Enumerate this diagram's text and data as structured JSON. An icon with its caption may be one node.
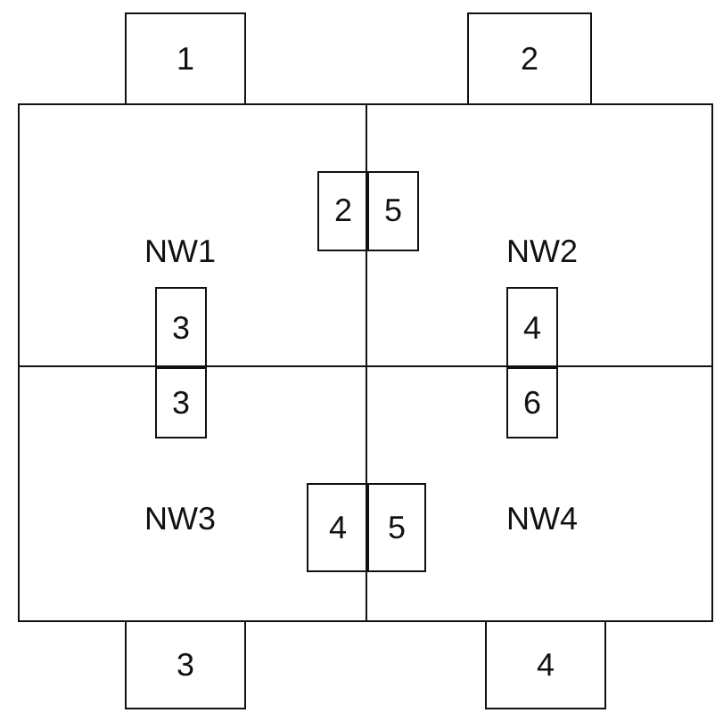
{
  "diagram": {
    "nodes": [
      {
        "text": [
          "1"
        ]
      },
      {
        "text": [
          "2"
        ]
      },
      {
        "text": [
          "NW1"
        ]
      },
      {
        "text": [
          "2"
        ],
        "in": 2
      },
      {
        "text": [
          "3"
        ],
        "in": 2
      },
      {
        "text": [
          "NW2"
        ]
      },
      {
        "text": [
          "5"
        ],
        "in": 5
      },
      {
        "text": [
          "4"
        ],
        "in": 5
      },
      {
        "text": [
          "NW3"
        ]
      },
      {
        "text": [
          "3"
        ],
        "in": 8
      },
      {
        "text": [
          "4"
        ],
        "in": 8
      },
      {
        "text": [
          "NW4"
        ]
      },
      {
        "text": [
          "6"
        ],
        "in": 11
      },
      {
        "text": [
          "5"
        ],
        "in": 11
      },
      {
        "text": [
          "3"
        ]
      },
      {
        "text": [
          "4"
        ]
      }
    ]
  }
}
